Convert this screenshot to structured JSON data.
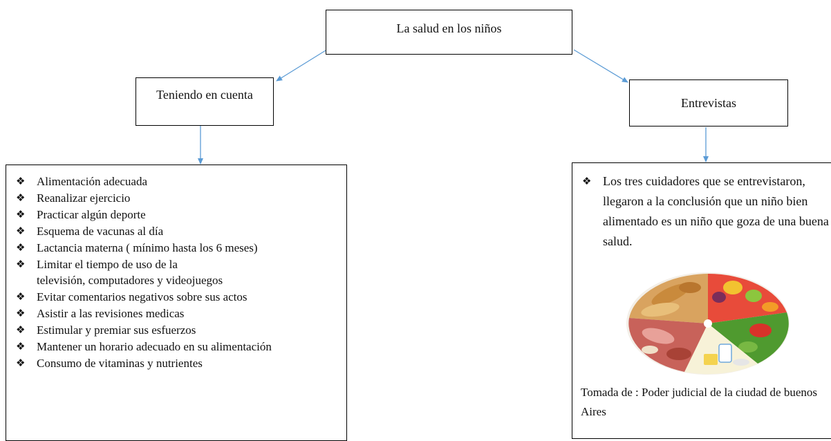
{
  "root": {
    "title": "La salud en los niños"
  },
  "left_branch": {
    "heading": "Teniendo en cuenta",
    "items": [
      "Alimentación adecuada",
      "Reanalizar ejercicio",
      "Practicar algún deporte",
      " Esquema de vacunas al día",
      "Lactancia materna ( mínimo hasta los 6 meses)",
      "Limitar el tiempo de uso de la televisión, computadores y videojuegos",
      "Evitar comentarios negativos sobre sus actos",
      "Asistir a las revisiones medicas",
      "Estimular y premiar sus esfuerzos",
      "Mantener un horario adecuado en su alimentación",
      "Consumo de vitaminas y nutrientes"
    ]
  },
  "right_branch": {
    "heading": "Entrevistas",
    "items": [
      "Los tres cuidadores que se entrevistaron, llegaron a la conclusión que un niño bien alimentado es un niño que goza de una buena salud."
    ],
    "image_icon": "food-wheel-image",
    "source": "Tomada de : Poder judicial de la ciudad de buenos Aires"
  },
  "colors": {
    "arrow": "#5b9bd5",
    "border": "#000000"
  },
  "bullet_glyph": "❖"
}
